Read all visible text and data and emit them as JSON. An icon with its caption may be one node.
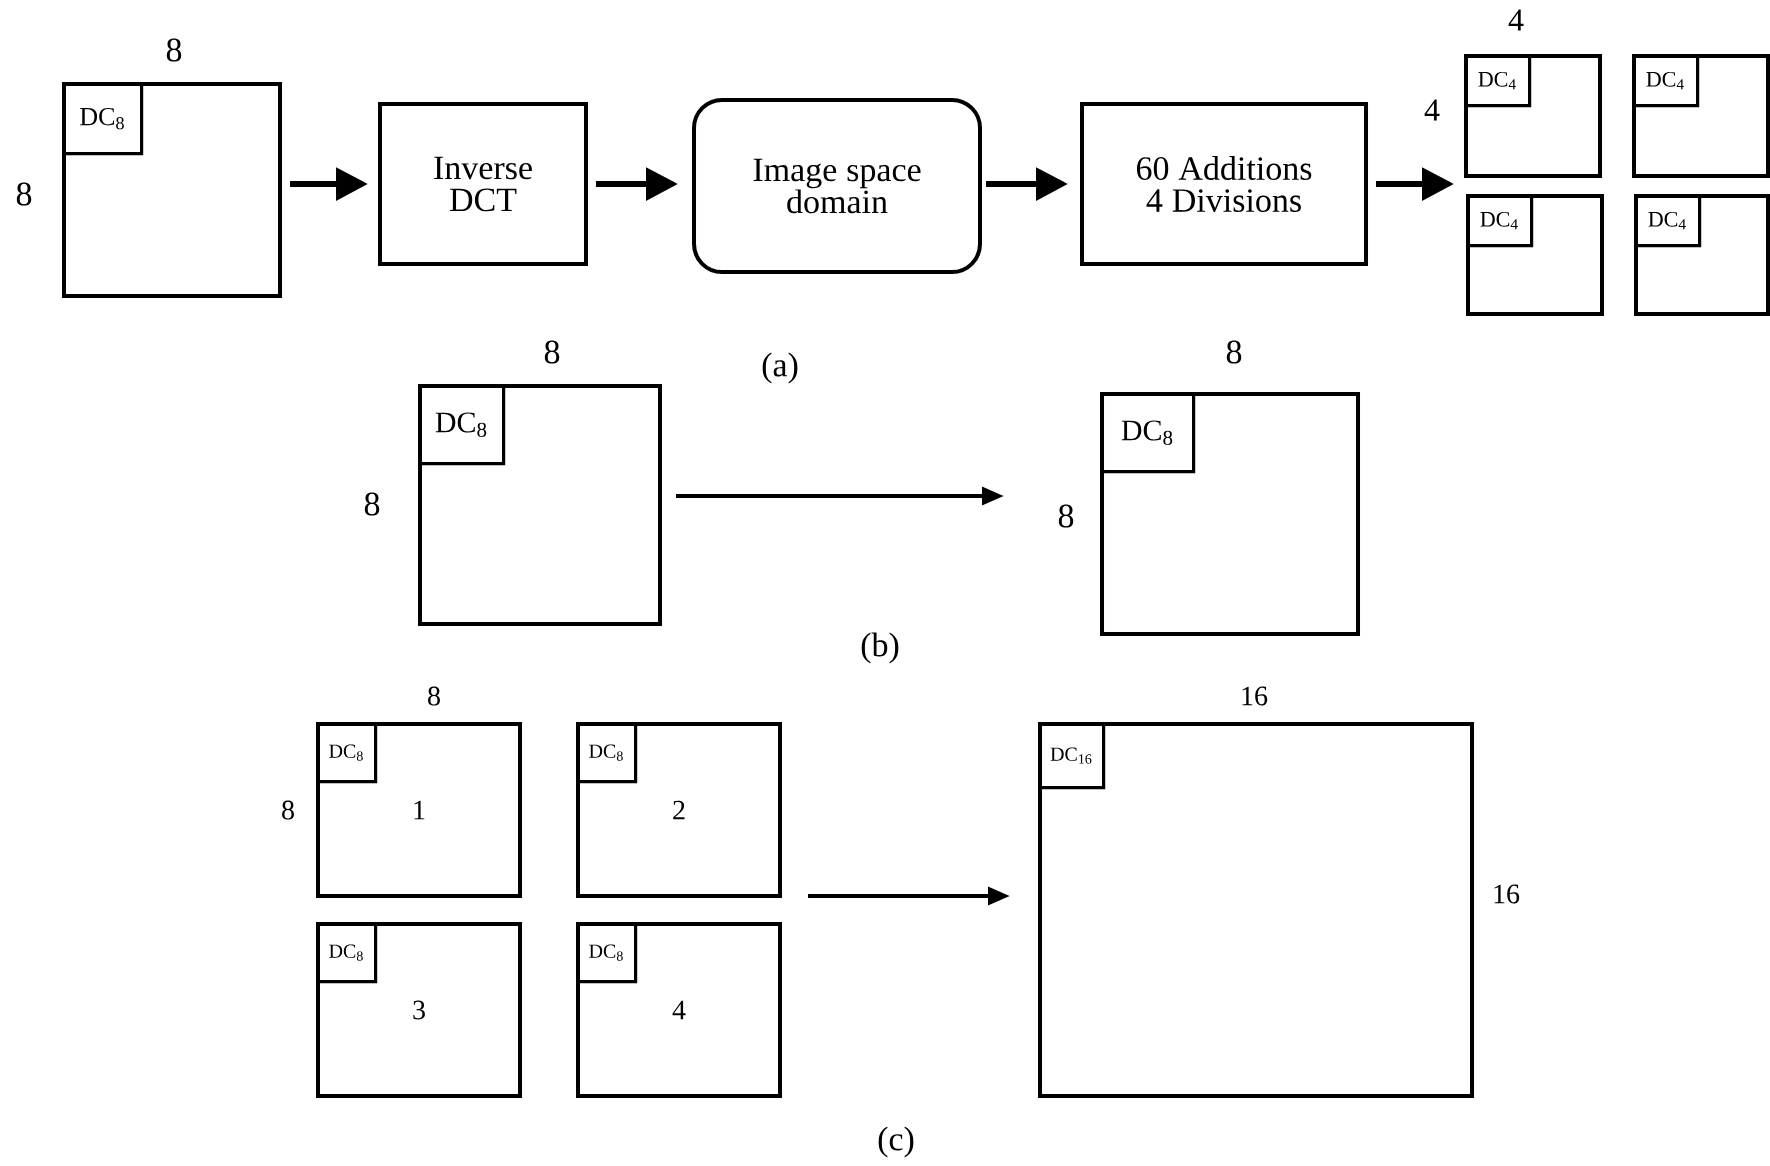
{
  "diagram": {
    "nodes": [
      {
        "text": [],
        "shape": "box"
      },
      {
        "text": [
          "DC$_{8}$"
        ],
        "in": 0
      },
      {
        "text": [
          "Inverse DCT"
        ]
      },
      {
        "text": [
          "Image space domain"
        ]
      },
      {
        "text": [
          "60 Additions 4 Divisions"
        ]
      },
      {
        "text": [],
        "shape": "box"
      },
      {
        "text": [
          "DC$_{4}$"
        ],
        "in": 5
      },
      {
        "text": [],
        "shape": "box"
      },
      {
        "text": [
          "DC$_{4}$"
        ],
        "in": 7
      },
      {
        "text": [],
        "shape": "box"
      },
      {
        "text": [
          "DC$_{4}$"
        ],
        "in": 9
      },
      {
        "text": [],
        "shape": "box"
      },
      {
        "text": [
          "DC$_{4}$"
        ],
        "in": 11
      },
      {
        "text": [],
        "shape": "box"
      },
      {
        "text": [
          "DC$_{8}$"
        ],
        "in": 13
      },
      {
        "text": [],
        "shape": "box"
      },
      {
        "text": [
          "DC$_{8}$"
        ],
        "in": 15
      },
      {
        "text": [
          "1"
        ]
      },
      {
        "text": [
          "DC$_{8}$"
        ],
        "in": 17
      },
      {
        "text": [
          "2"
        ]
      },
      {
        "text": [
          "DC$_{8}$"
        ],
        "in": 19
      },
      {
        "text": [
          "3"
        ]
      },
      {
        "text": [
          "DC$_{8}$"
        ],
        "in": 21
      },
      {
        "text": [
          "4"
        ]
      },
      {
        "text": [
          "DC$_{8}$"
        ],
        "in": 23
      },
      {
        "text": [],
        "shape": "box"
      },
      {
        "text": [
          "DC$_{16}$"
        ],
        "in": 25
      }
    ],
    "edges": [
      {
        "from": 0,
        "to": 2,
        "arrow": "to"
      },
      {
        "from": 2,
        "to": 3,
        "arrow": "to"
      },
      {
        "from": 3,
        "to": 4,
        "arrow": "to"
      },
      {
        "from": 4,
        "to": 9,
        "arrow": "to"
      },
      {
        "from": 13,
        "to": 15,
        "arrow": "to"
      },
      {
        "from": null,
        "to": 25,
        "arrow": "to"
      }
    ],
    "labels": [
      "8",
      "8",
      "4",
      "4",
      "(a)",
      "8",
      "8",
      "8",
      "8",
      "(b)",
      "8",
      "8",
      "16",
      "16",
      "(c)"
    ]
  }
}
